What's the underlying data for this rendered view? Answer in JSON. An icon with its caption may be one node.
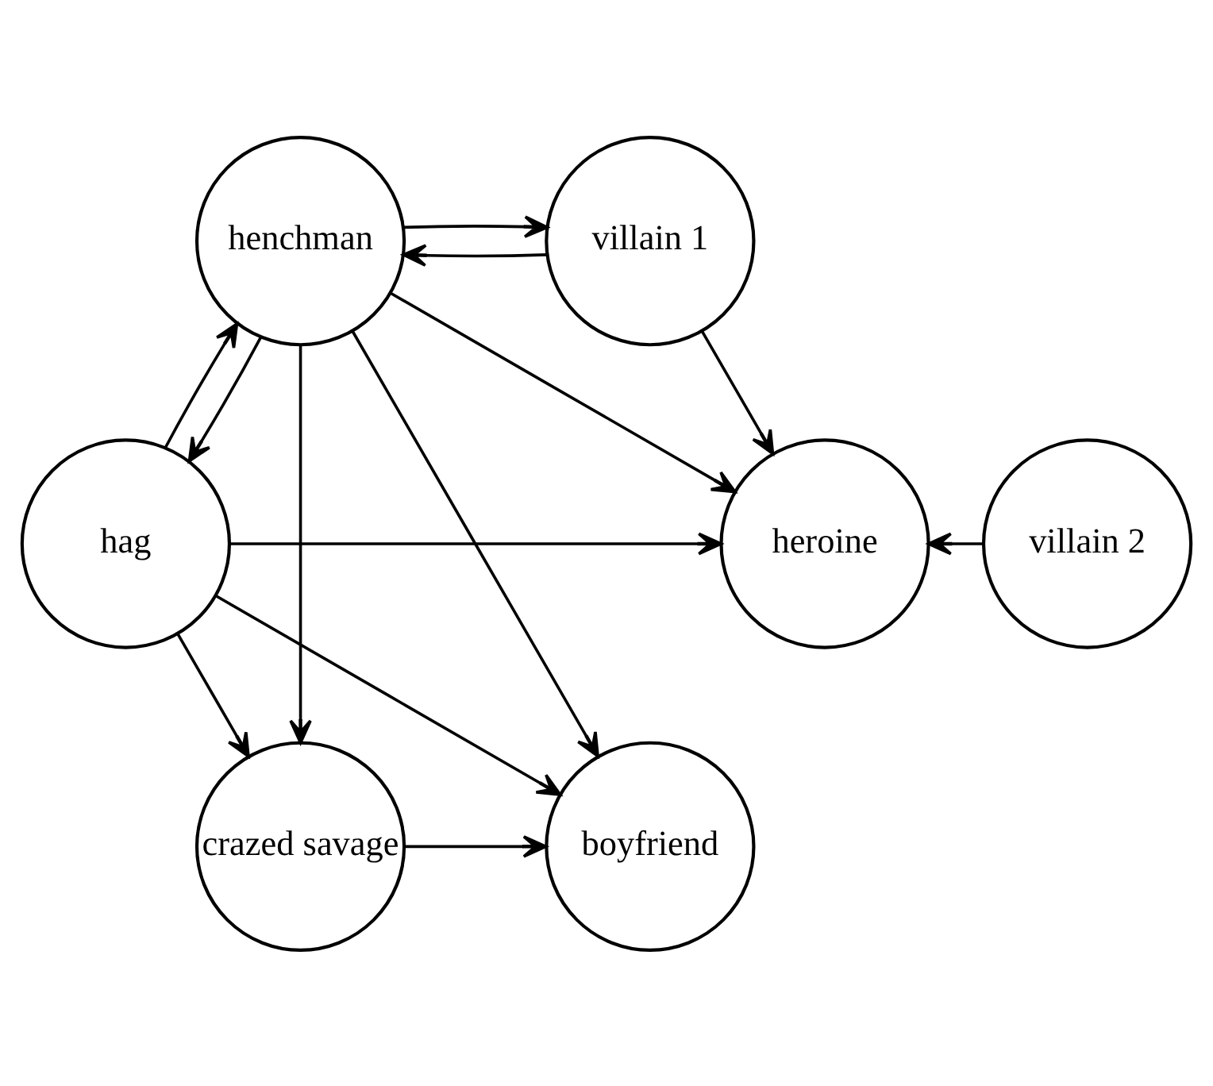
{
  "diagram": {
    "nodes": [
      {
        "text": [
          "boyfriend"
        ]
      },
      {
        "text": [
          "crazed savage"
        ]
      },
      {
        "text": [
          "villain 1"
        ]
      },
      {
        "text": [
          "heroine"
        ]
      },
      {
        "text": [
          "hag"
        ]
      },
      {
        "text": [
          "henchman"
        ]
      },
      {
        "text": [
          "villain 2"
        ]
      }
    ],
    "edges": [
      {
        "from": 1,
        "to": 0,
        "arrow": "to"
      },
      {
        "from": 2,
        "to": 3,
        "arrow": "to"
      },
      {
        "from": 4,
        "to": 0,
        "arrow": "to"
      },
      {
        "from": 5,
        "to": 0,
        "arrow": "to"
      },
      {
        "from": 4,
        "to": 1,
        "arrow": "to"
      },
      {
        "from": 5,
        "to": 1,
        "arrow": "to"
      },
      {
        "from": 2,
        "to": 5,
        "arrow": "to"
      },
      {
        "from": 5,
        "to": 2,
        "arrow": "to"
      },
      {
        "from": 4,
        "to": 3,
        "arrow": "to"
      },
      {
        "from": 5,
        "to": 3,
        "arrow": "to"
      },
      {
        "from": 4,
        "to": 5,
        "arrow": "to"
      },
      {
        "from": 5,
        "to": 4,
        "arrow": "to"
      },
      {
        "from": 6,
        "to": 3,
        "arrow": "to"
      }
    ]
  }
}
